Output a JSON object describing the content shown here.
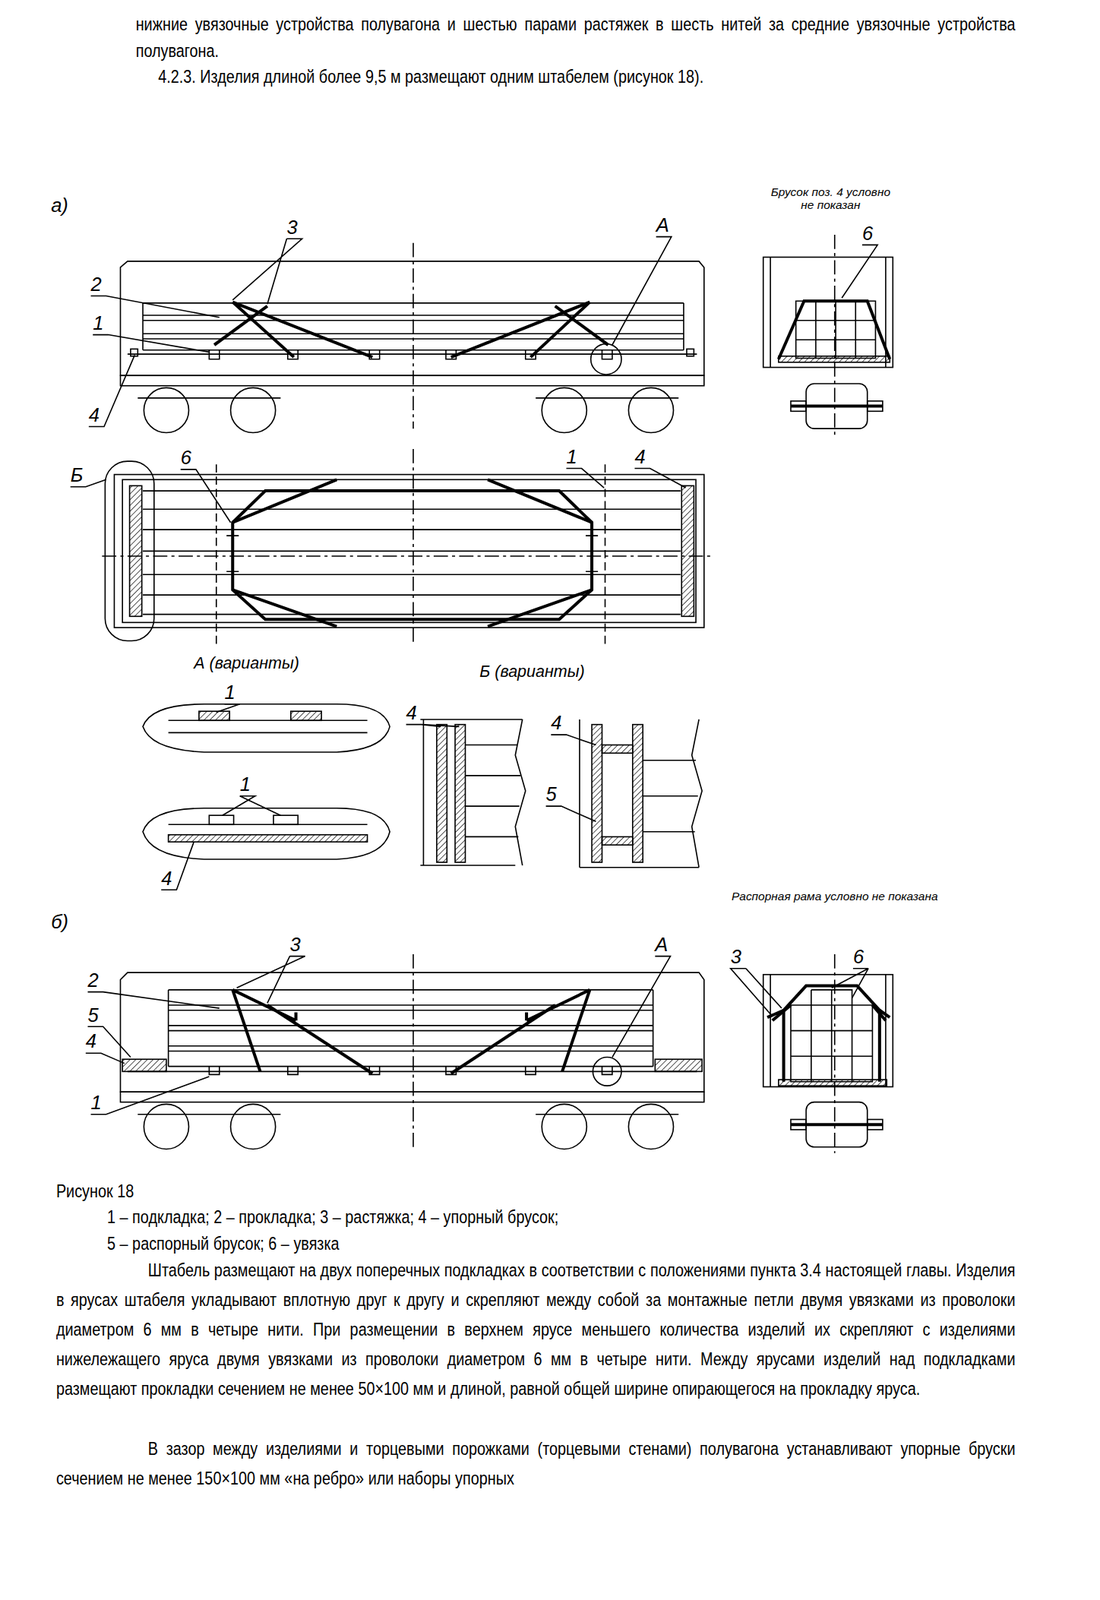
{
  "diagram": {
    "caption": "Рисунок 18",
    "labels": [
      "нижние увязочные устройства полувагона и шестью парами растяжек в шесть нитей за средние увязочные устройства полувагона.",
      "4.2.3. Изделия длиной более 9,5 м размещают одним штабелем (рисунок 18).",
      "а)",
      "3",
      "А",
      "Брусок поз. 4 условно не показан",
      "6",
      "2",
      "1",
      "4",
      "Б",
      "6",
      "1",
      "4",
      "А (варианты)",
      "Б (варианты)",
      "1",
      "4",
      "4",
      "1",
      "5",
      "4",
      "б)",
      "3",
      "А",
      "Распорная рама условно не показана",
      "2",
      "3",
      "6",
      "5",
      "4",
      "1",
      "1 – подкладка; 2 – прокладка; 3 – растяжка; 4 – упорный брусок;",
      "5 – распорный брусок; 6 – увязка",
      "Штабель размещают на двух поперечных подкладках в соответствии с положениями пункта 3.4 настоящей главы. Изделия в ярусах штабеля укладывают вплотную друг к другу и скрепляют между собой за монтажные петли двумя увязками из проволоки диаметром 6 мм в четыре нити. При размещении в верхнем ярусе меньшего количества изделий их скрепляют с изделиями нижележащего яруса двумя увязками из проволоки диаметром 6 мм в четыре нити. Между ярусами изделий над подкладками размещают прокладки сечением не менее 50×100 мм и длиной, равной общей ширине опирающегося на прокладку яруса.",
      "В зазор между изделиями и торцевыми порожками (торцевыми стенами) полувагона устанавливают упорные бруски сечением не менее 150×100 мм «на ребро» или наборы упорных"
    ]
  }
}
